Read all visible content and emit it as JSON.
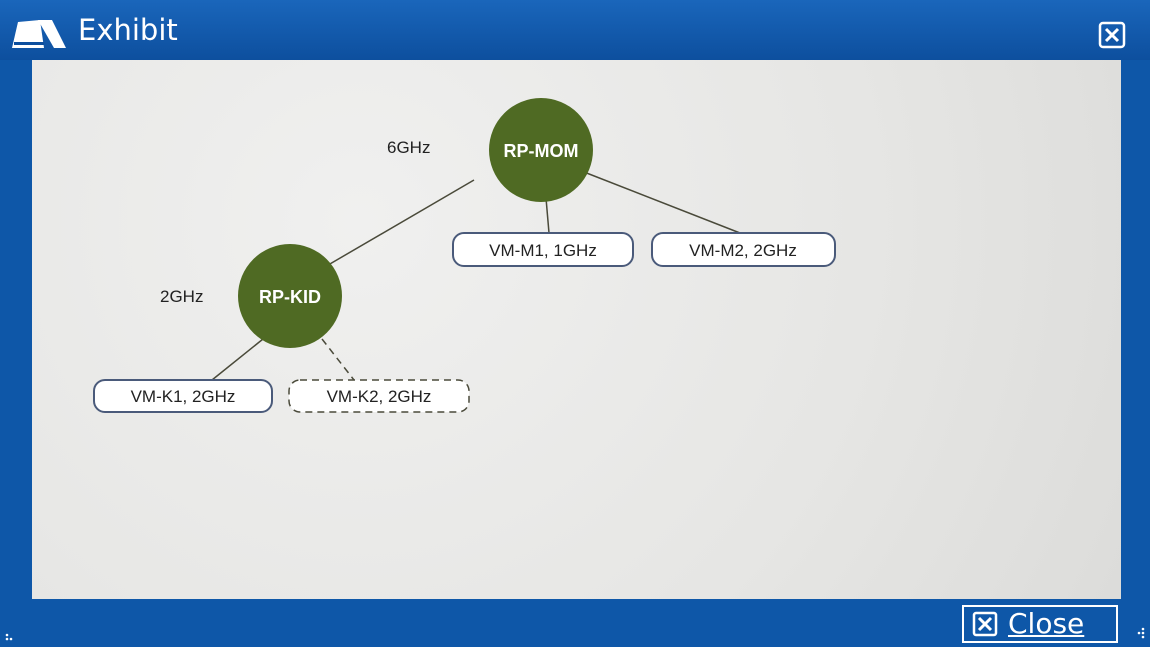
{
  "window": {
    "title": "Exhibit",
    "close_button_label": "Close",
    "title_icon": "exhibit-icon",
    "close_icon": "close-x-icon"
  },
  "diagram": {
    "colors": {
      "pool_fill": "#4f6a23",
      "node_border": "#4a5a7a",
      "node_fill": "#ffffff",
      "line": "#4a4a3a"
    },
    "pools": {
      "mom": {
        "name": "RP-MOM",
        "capacity": "6GHz"
      },
      "kid": {
        "name": "RP-KID",
        "capacity": "2GHz"
      }
    },
    "vms": {
      "m1": {
        "label": "VM-M1, 1GHz",
        "style": "solid"
      },
      "m2": {
        "label": "VM-M2, 2GHz",
        "style": "solid"
      },
      "k1": {
        "label": "VM-K1, 2GHz",
        "style": "solid"
      },
      "k2": {
        "label": "VM-K2, 2GHz",
        "style": "dashed"
      }
    }
  }
}
